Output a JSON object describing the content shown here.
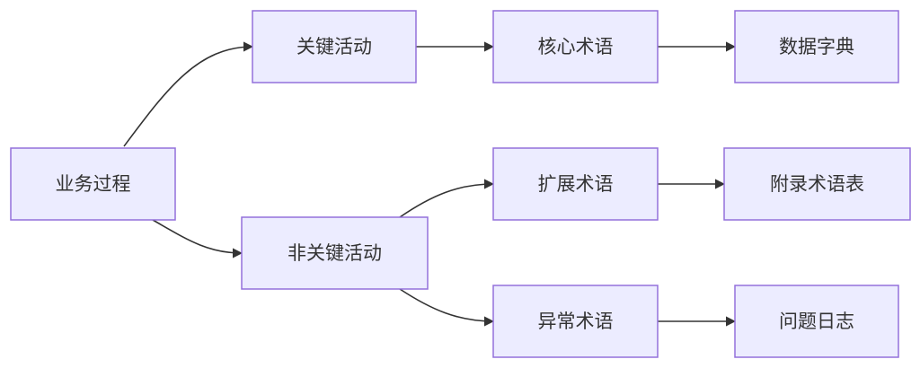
{
  "diagram": {
    "type": "flowchart",
    "direction": "left-to-right",
    "colors": {
      "node_fill": "#ECECFF",
      "node_border": "#9370DB",
      "edge": "#333333",
      "text": "#333333"
    },
    "nodes": [
      {
        "id": "business_process",
        "label": "业务过程"
      },
      {
        "id": "key_activity",
        "label": "关键活动"
      },
      {
        "id": "core_terms",
        "label": "核心术语"
      },
      {
        "id": "data_dictionary",
        "label": "数据字典"
      },
      {
        "id": "non_key_activity",
        "label": "非关键活动"
      },
      {
        "id": "extended_terms",
        "label": "扩展术语"
      },
      {
        "id": "appendix_glossary",
        "label": "附录术语表"
      },
      {
        "id": "exception_terms",
        "label": "异常术语"
      },
      {
        "id": "issue_log",
        "label": "问题日志"
      }
    ],
    "edges": [
      {
        "from": "business_process",
        "to": "key_activity"
      },
      {
        "from": "business_process",
        "to": "non_key_activity"
      },
      {
        "from": "key_activity",
        "to": "core_terms"
      },
      {
        "from": "core_terms",
        "to": "data_dictionary"
      },
      {
        "from": "non_key_activity",
        "to": "extended_terms"
      },
      {
        "from": "non_key_activity",
        "to": "exception_terms"
      },
      {
        "from": "extended_terms",
        "to": "appendix_glossary"
      },
      {
        "from": "exception_terms",
        "to": "issue_log"
      }
    ]
  }
}
